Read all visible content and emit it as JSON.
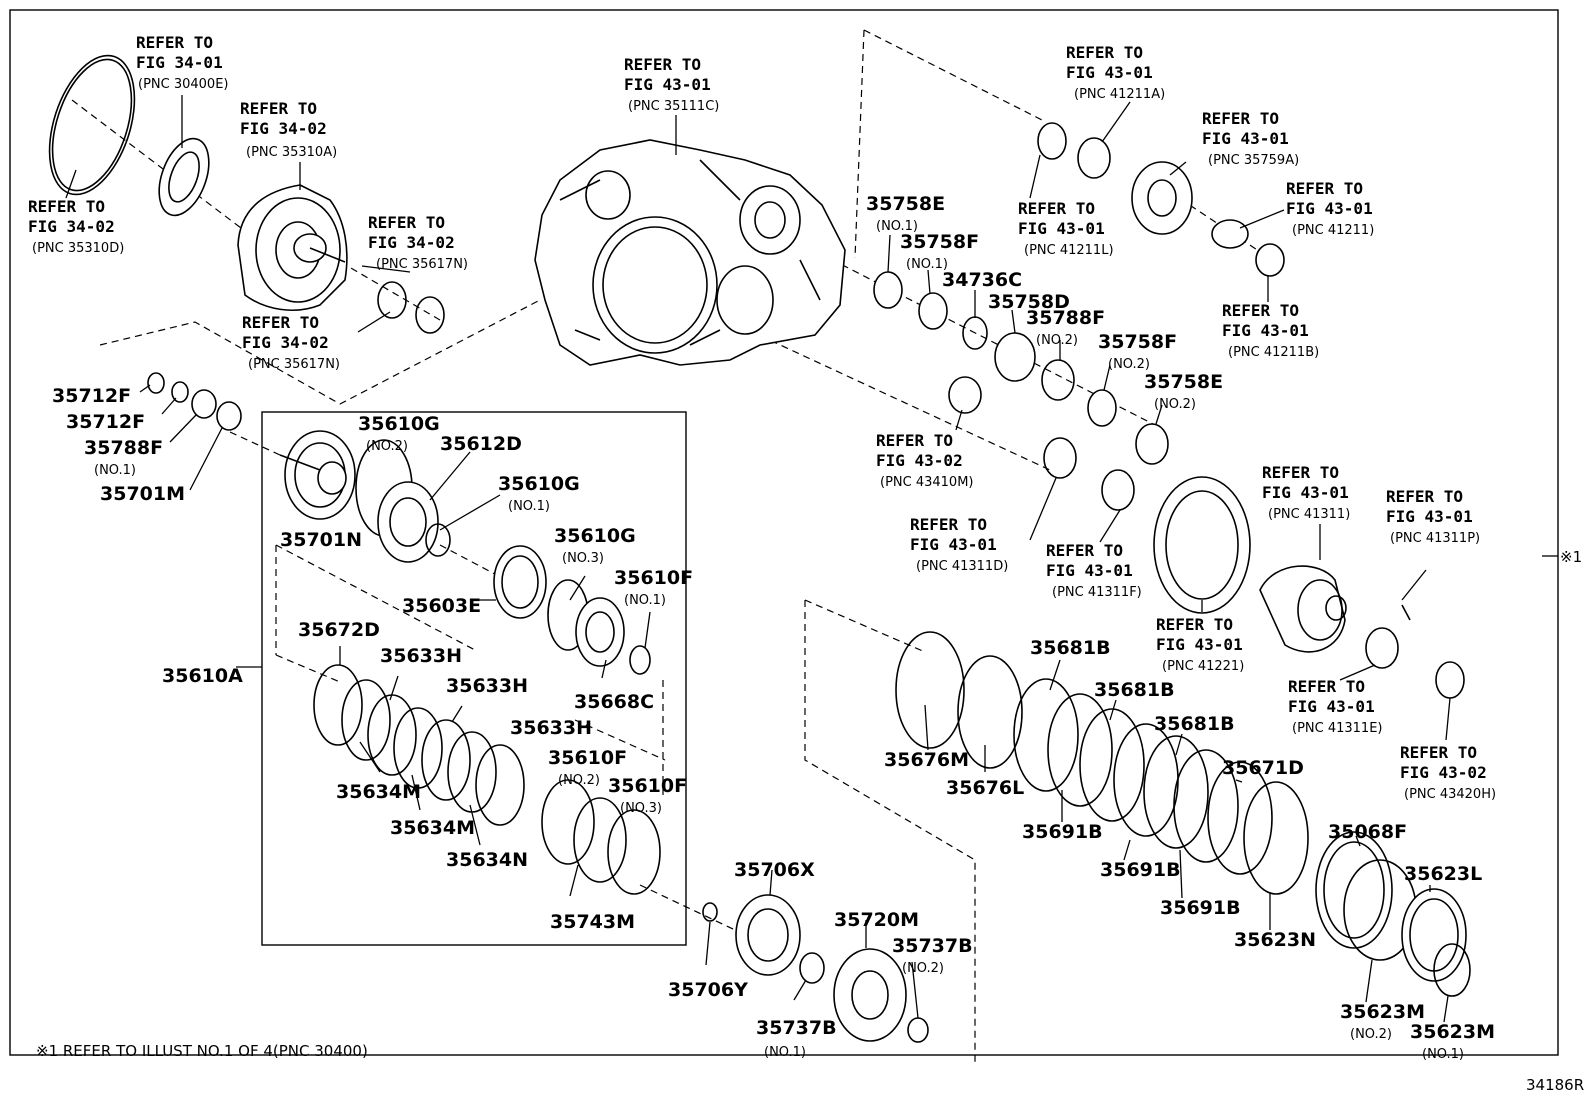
{
  "diagram": {
    "page_id": "34186R",
    "footnote": "※1 REFER TO ILLUST NO.1 OF 4(PNC 30400)",
    "side_marker": "※1",
    "references": [
      {
        "id": "r1",
        "l1": "REFER TO",
        "l2": "FIG 34-01",
        "l3": "(PNC 30400E)"
      },
      {
        "id": "r2",
        "l1": "REFER TO",
        "l2": "FIG 34-02",
        "l3": "(PNC 35310A)"
      },
      {
        "id": "r3",
        "l1": "REFER TO",
        "l2": "FIG 34-02",
        "l3": "(PNC 35310D)"
      },
      {
        "id": "r4",
        "l1": "REFER TO",
        "l2": "FIG 34-02",
        "l3": "(PNC 35617N)"
      },
      {
        "id": "r5",
        "l1": "REFER TO",
        "l2": "FIG 34-02",
        "l3": "(PNC 35617N)"
      },
      {
        "id": "r6",
        "l1": "REFER TO",
        "l2": "FIG 43-01",
        "l3": "(PNC 35111C)"
      },
      {
        "id": "r7",
        "l1": "REFER TO",
        "l2": "FIG 43-01",
        "l3": "(PNC 41211A)"
      },
      {
        "id": "r8",
        "l1": "REFER TO",
        "l2": "FIG 43-01",
        "l3": "(PNC 35759A)"
      },
      {
        "id": "r9",
        "l1": "REFER TO",
        "l2": "FIG 43-01",
        "l3": "(PNC 41211L)"
      },
      {
        "id": "r10",
        "l1": "REFER TO",
        "l2": "FIG 43-01",
        "l3": "(PNC 41211)"
      },
      {
        "id": "r11",
        "l1": "REFER TO",
        "l2": "FIG 43-01",
        "l3": "(PNC 41211B)"
      },
      {
        "id": "r12",
        "l1": "REFER TO",
        "l2": "FIG 43-02",
        "l3": "(PNC 43410M)"
      },
      {
        "id": "r13",
        "l1": "REFER TO",
        "l2": "FIG 43-01",
        "l3": "(PNC 41311)"
      },
      {
        "id": "r14",
        "l1": "REFER TO",
        "l2": "FIG 43-01",
        "l3": "(PNC 41311P)"
      },
      {
        "id": "r15",
        "l1": "REFER TO",
        "l2": "FIG 43-01",
        "l3": "(PNC 41311D)"
      },
      {
        "id": "r16",
        "l1": "REFER TO",
        "l2": "FIG 43-01",
        "l3": "(PNC 41311F)"
      },
      {
        "id": "r17",
        "l1": "REFER TO",
        "l2": "FIG 43-01",
        "l3": "(PNC 41221)"
      },
      {
        "id": "r18",
        "l1": "REFER TO",
        "l2": "FIG 43-01",
        "l3": "(PNC 41311E)"
      },
      {
        "id": "r19",
        "l1": "REFER TO",
        "l2": "FIG 43-02",
        "l3": "(PNC 43420H)"
      }
    ],
    "parts": [
      {
        "id": "p1",
        "code": "35712F"
      },
      {
        "id": "p2",
        "code": "35712F"
      },
      {
        "id": "p3",
        "code": "35788F",
        "sub": "(NO.1)"
      },
      {
        "id": "p4",
        "code": "35701M"
      },
      {
        "id": "p5",
        "code": "35701N"
      },
      {
        "id": "p6",
        "code": "35610G",
        "sub": "(NO.2)"
      },
      {
        "id": "p7",
        "code": "35612D"
      },
      {
        "id": "p8",
        "code": "35610G",
        "sub": "(NO.1)"
      },
      {
        "id": "p9",
        "code": "35610G",
        "sub": "(NO.3)"
      },
      {
        "id": "p10",
        "code": "35610F",
        "sub": "(NO.1)"
      },
      {
        "id": "p11",
        "code": "35603E"
      },
      {
        "id": "p12",
        "code": "35668C"
      },
      {
        "id": "p13",
        "code": "35610A"
      },
      {
        "id": "p14",
        "code": "35672D"
      },
      {
        "id": "p15",
        "code": "35633H"
      },
      {
        "id": "p16",
        "code": "35633H"
      },
      {
        "id": "p17",
        "code": "35633H"
      },
      {
        "id": "p18",
        "code": "35634M"
      },
      {
        "id": "p19",
        "code": "35634M"
      },
      {
        "id": "p20",
        "code": "35634N"
      },
      {
        "id": "p21",
        "code": "35610F",
        "sub": "(NO.2)"
      },
      {
        "id": "p22",
        "code": "35610F",
        "sub": "(NO.3)"
      },
      {
        "id": "p23",
        "code": "35743M"
      },
      {
        "id": "p24",
        "code": "35706X"
      },
      {
        "id": "p25",
        "code": "35706Y"
      },
      {
        "id": "p26",
        "code": "35720M"
      },
      {
        "id": "p27",
        "code": "35737B",
        "sub": "(NO.2)"
      },
      {
        "id": "p28",
        "code": "35737B",
        "sub": "(NO.1)"
      },
      {
        "id": "p29",
        "code": "35758E",
        "sub": "(NO.1)"
      },
      {
        "id": "p30",
        "code": "35758F",
        "sub": "(NO.1)"
      },
      {
        "id": "p31",
        "code": "34736C"
      },
      {
        "id": "p32",
        "code": "35758D"
      },
      {
        "id": "p33",
        "code": "35788F",
        "sub": "(NO.2)"
      },
      {
        "id": "p34",
        "code": "35758F",
        "sub": "(NO.2)"
      },
      {
        "id": "p35",
        "code": "35758E",
        "sub": "(NO.2)"
      },
      {
        "id": "p36",
        "code": "35676M"
      },
      {
        "id": "p37",
        "code": "35676L"
      },
      {
        "id": "p38",
        "code": "35681B"
      },
      {
        "id": "p39",
        "code": "35681B"
      },
      {
        "id": "p40",
        "code": "35681B"
      },
      {
        "id": "p41",
        "code": "35691B"
      },
      {
        "id": "p42",
        "code": "35691B"
      },
      {
        "id": "p43",
        "code": "35691B"
      },
      {
        "id": "p44",
        "code": "35671D"
      },
      {
        "id": "p45",
        "code": "35623N"
      },
      {
        "id": "p46",
        "code": "35068F"
      },
      {
        "id": "p47",
        "code": "35623L"
      },
      {
        "id": "p48",
        "code": "35623M",
        "sub": "(NO.2)"
      },
      {
        "id": "p49",
        "code": "35623M",
        "sub": "(NO.1)"
      }
    ]
  }
}
